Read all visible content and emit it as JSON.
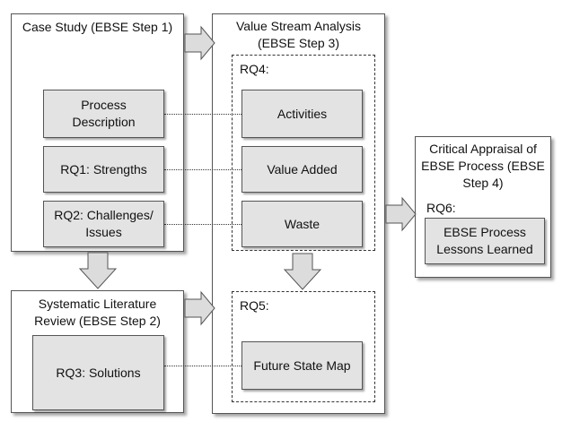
{
  "case_study": {
    "title": "Case Study (EBSE Step 1)",
    "process_description": "Process\nDescription",
    "rq1": "RQ1: Strengths",
    "rq2": "RQ2: Challenges/\nIssues"
  },
  "slr": {
    "title": "Systematic Literature\nReview (EBSE Step 2)",
    "rq3": "RQ3: Solutions"
  },
  "vsa": {
    "title": "Value Stream Analysis\n(EBSE Step 3)",
    "rq4_label": "RQ4:",
    "activities": "Activities",
    "value_added": "Value Added",
    "waste": "Waste",
    "rq5_label": "RQ5:",
    "future_state_map": "Future State Map"
  },
  "appraisal": {
    "title": "Critical Appraisal of\nEBSE Process (EBSE\nStep 4)",
    "rq6_label": "RQ6:",
    "lessons": "EBSE Process\nLessons Learned"
  },
  "colors": {
    "box_fill": "#e3e3e3",
    "arrow_fill": "#dcdcdc",
    "border": "#555555"
  }
}
